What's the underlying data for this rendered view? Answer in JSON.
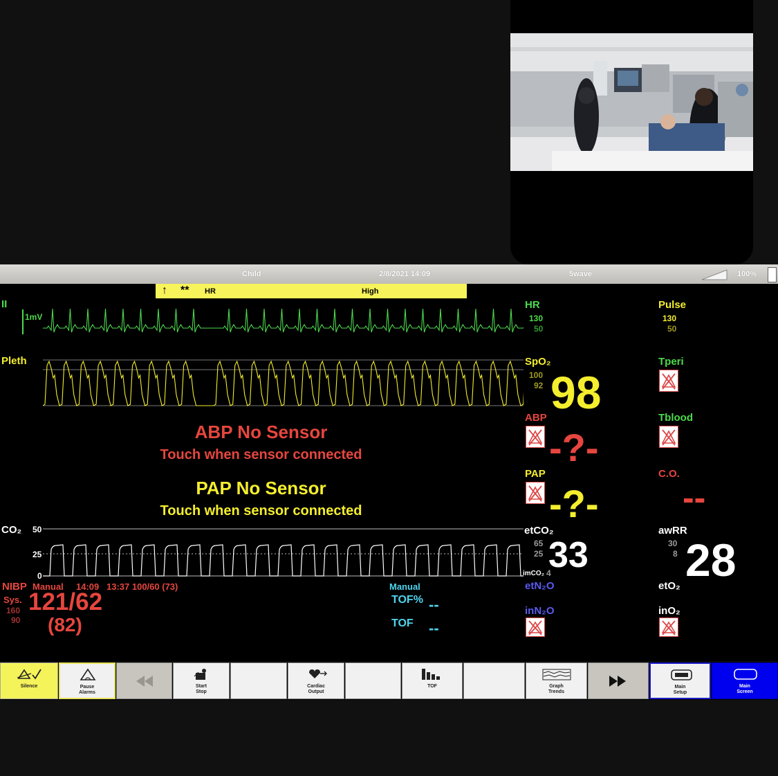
{
  "status_bar": {
    "patient_type": "Child",
    "datetime": "2/8/2021 14:09",
    "profile": "5wave",
    "battery": "100%"
  },
  "alarm_banner": {
    "arrow": "↑",
    "stars": "**",
    "parameter": "HR",
    "priority": "High"
  },
  "ecg": {
    "lead": "II",
    "scale": "1mV"
  },
  "pleth": {
    "label": "Pleth"
  },
  "abp_message": {
    "title": "ABP No Sensor",
    "subtitle": "Touch when sensor connected"
  },
  "pap_message": {
    "title": "PAP No Sensor",
    "subtitle": "Touch when sensor connected"
  },
  "co2_wave": {
    "label": "CO₂",
    "scale_top": "50",
    "scale_mid": "25",
    "scale_bottom": "0"
  },
  "hr": {
    "label": "HR",
    "upper": "130",
    "lower": "50"
  },
  "pulse": {
    "label": "Pulse",
    "upper": "130",
    "lower": "50"
  },
  "spo2": {
    "label": "SpO₂",
    "upper": "100",
    "lower": "92",
    "value": "98"
  },
  "tperi": {
    "label": "Tperi"
  },
  "abp": {
    "label": "ABP",
    "value": "-?-"
  },
  "tblood": {
    "label": "Tblood"
  },
  "pap": {
    "label": "PAP",
    "value": "-?-"
  },
  "co": {
    "label": "C.O.",
    "value": "--"
  },
  "etco2": {
    "label": "etCO₂",
    "upper": "65",
    "lower": "25",
    "value": "33",
    "imco2_label": "imCO₂",
    "imco2_value": "4"
  },
  "awrr": {
    "label": "awRR",
    "upper": "30",
    "lower": "8",
    "value": "28"
  },
  "etn2o": {
    "label": "etN₂O"
  },
  "eto2": {
    "label": "etO₂"
  },
  "inn2o": {
    "label": "inN₂O"
  },
  "ino2": {
    "label": "inO₂"
  },
  "nibp": {
    "label": "NIBP",
    "mode": "Manual",
    "time": "14:09",
    "prev": "13:37 100/60 (73)",
    "sys_label": "Sys.",
    "upper": "160",
    "lower": "90",
    "value": "121/62",
    "mean": "(82)"
  },
  "tof": {
    "mode": "Manual",
    "pct_label": "TOF%",
    "pct_value": "--",
    "label": "TOF",
    "value": "--"
  },
  "toolbar": {
    "silence": "Silence",
    "pause_alarms_1": "Pause",
    "pause_alarms_2": "Alarms",
    "start_stop_1": "Start",
    "start_stop_2": "Stop",
    "cardiac_output_1": "Cardiac",
    "cardiac_output_2": "Output",
    "tof": "TOF",
    "graph_trends_1": "Graph",
    "graph_trends_2": "Trends",
    "main_setup_1": "Main",
    "main_setup_2": "Setup",
    "main_screen_1": "Main",
    "main_screen_2": "Screen"
  },
  "colors": {
    "ecg": "#4ddb4d",
    "pleth": "#f4ee2e",
    "alarm": "#e6463e",
    "banner": "#f7f35a",
    "co2": "#ffffff",
    "main_screen": "#0000ee"
  }
}
